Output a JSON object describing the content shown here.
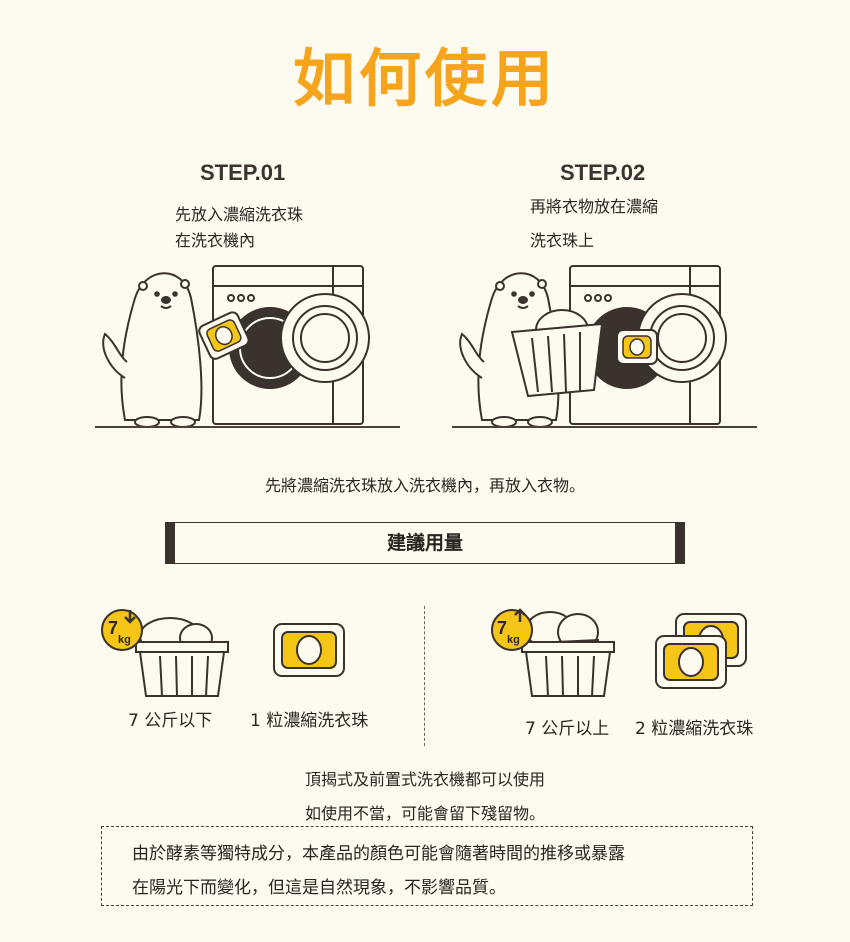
{
  "title": "如何使用",
  "steps": [
    {
      "label": "STEP.01",
      "line1": "先放入濃縮洗衣珠",
      "line2": "在洗衣機內"
    },
    {
      "label": "STEP.02",
      "line1": "再將衣物放在濃縮",
      "line2": "洗衣珠上"
    }
  ],
  "caption": "先將濃縮洗衣珠放入洗衣機內，再放入衣物。",
  "dosage": {
    "heading": "建議用量",
    "options": [
      {
        "weight_badge": "7",
        "weight_unit": "kg",
        "arrow": "down",
        "weight_text": "7 公斤以下",
        "dose_text": "1 粒濃縮洗衣珠",
        "pods": 1
      },
      {
        "weight_badge": "7",
        "weight_unit": "kg",
        "arrow": "up",
        "weight_text": "7 公斤以上",
        "dose_text": "2 粒濃縮洗衣珠",
        "pods": 2
      }
    ]
  },
  "notes": [
    "頂揭式及前置式洗衣機都可以使用",
    "如使用不當，可能會留下殘留物。"
  ],
  "warning": {
    "line1": "由於酵素等獨特成分，本產品的顏色可能會隨著時間的推移或暴露",
    "line2": "在陽光下而變化，但這是自然現象，不影響品質。"
  },
  "colors": {
    "accent": "#f5a41c",
    "background": "#fdfaef",
    "outline": "#3a322d",
    "pod_yellow": "#f5c518"
  }
}
